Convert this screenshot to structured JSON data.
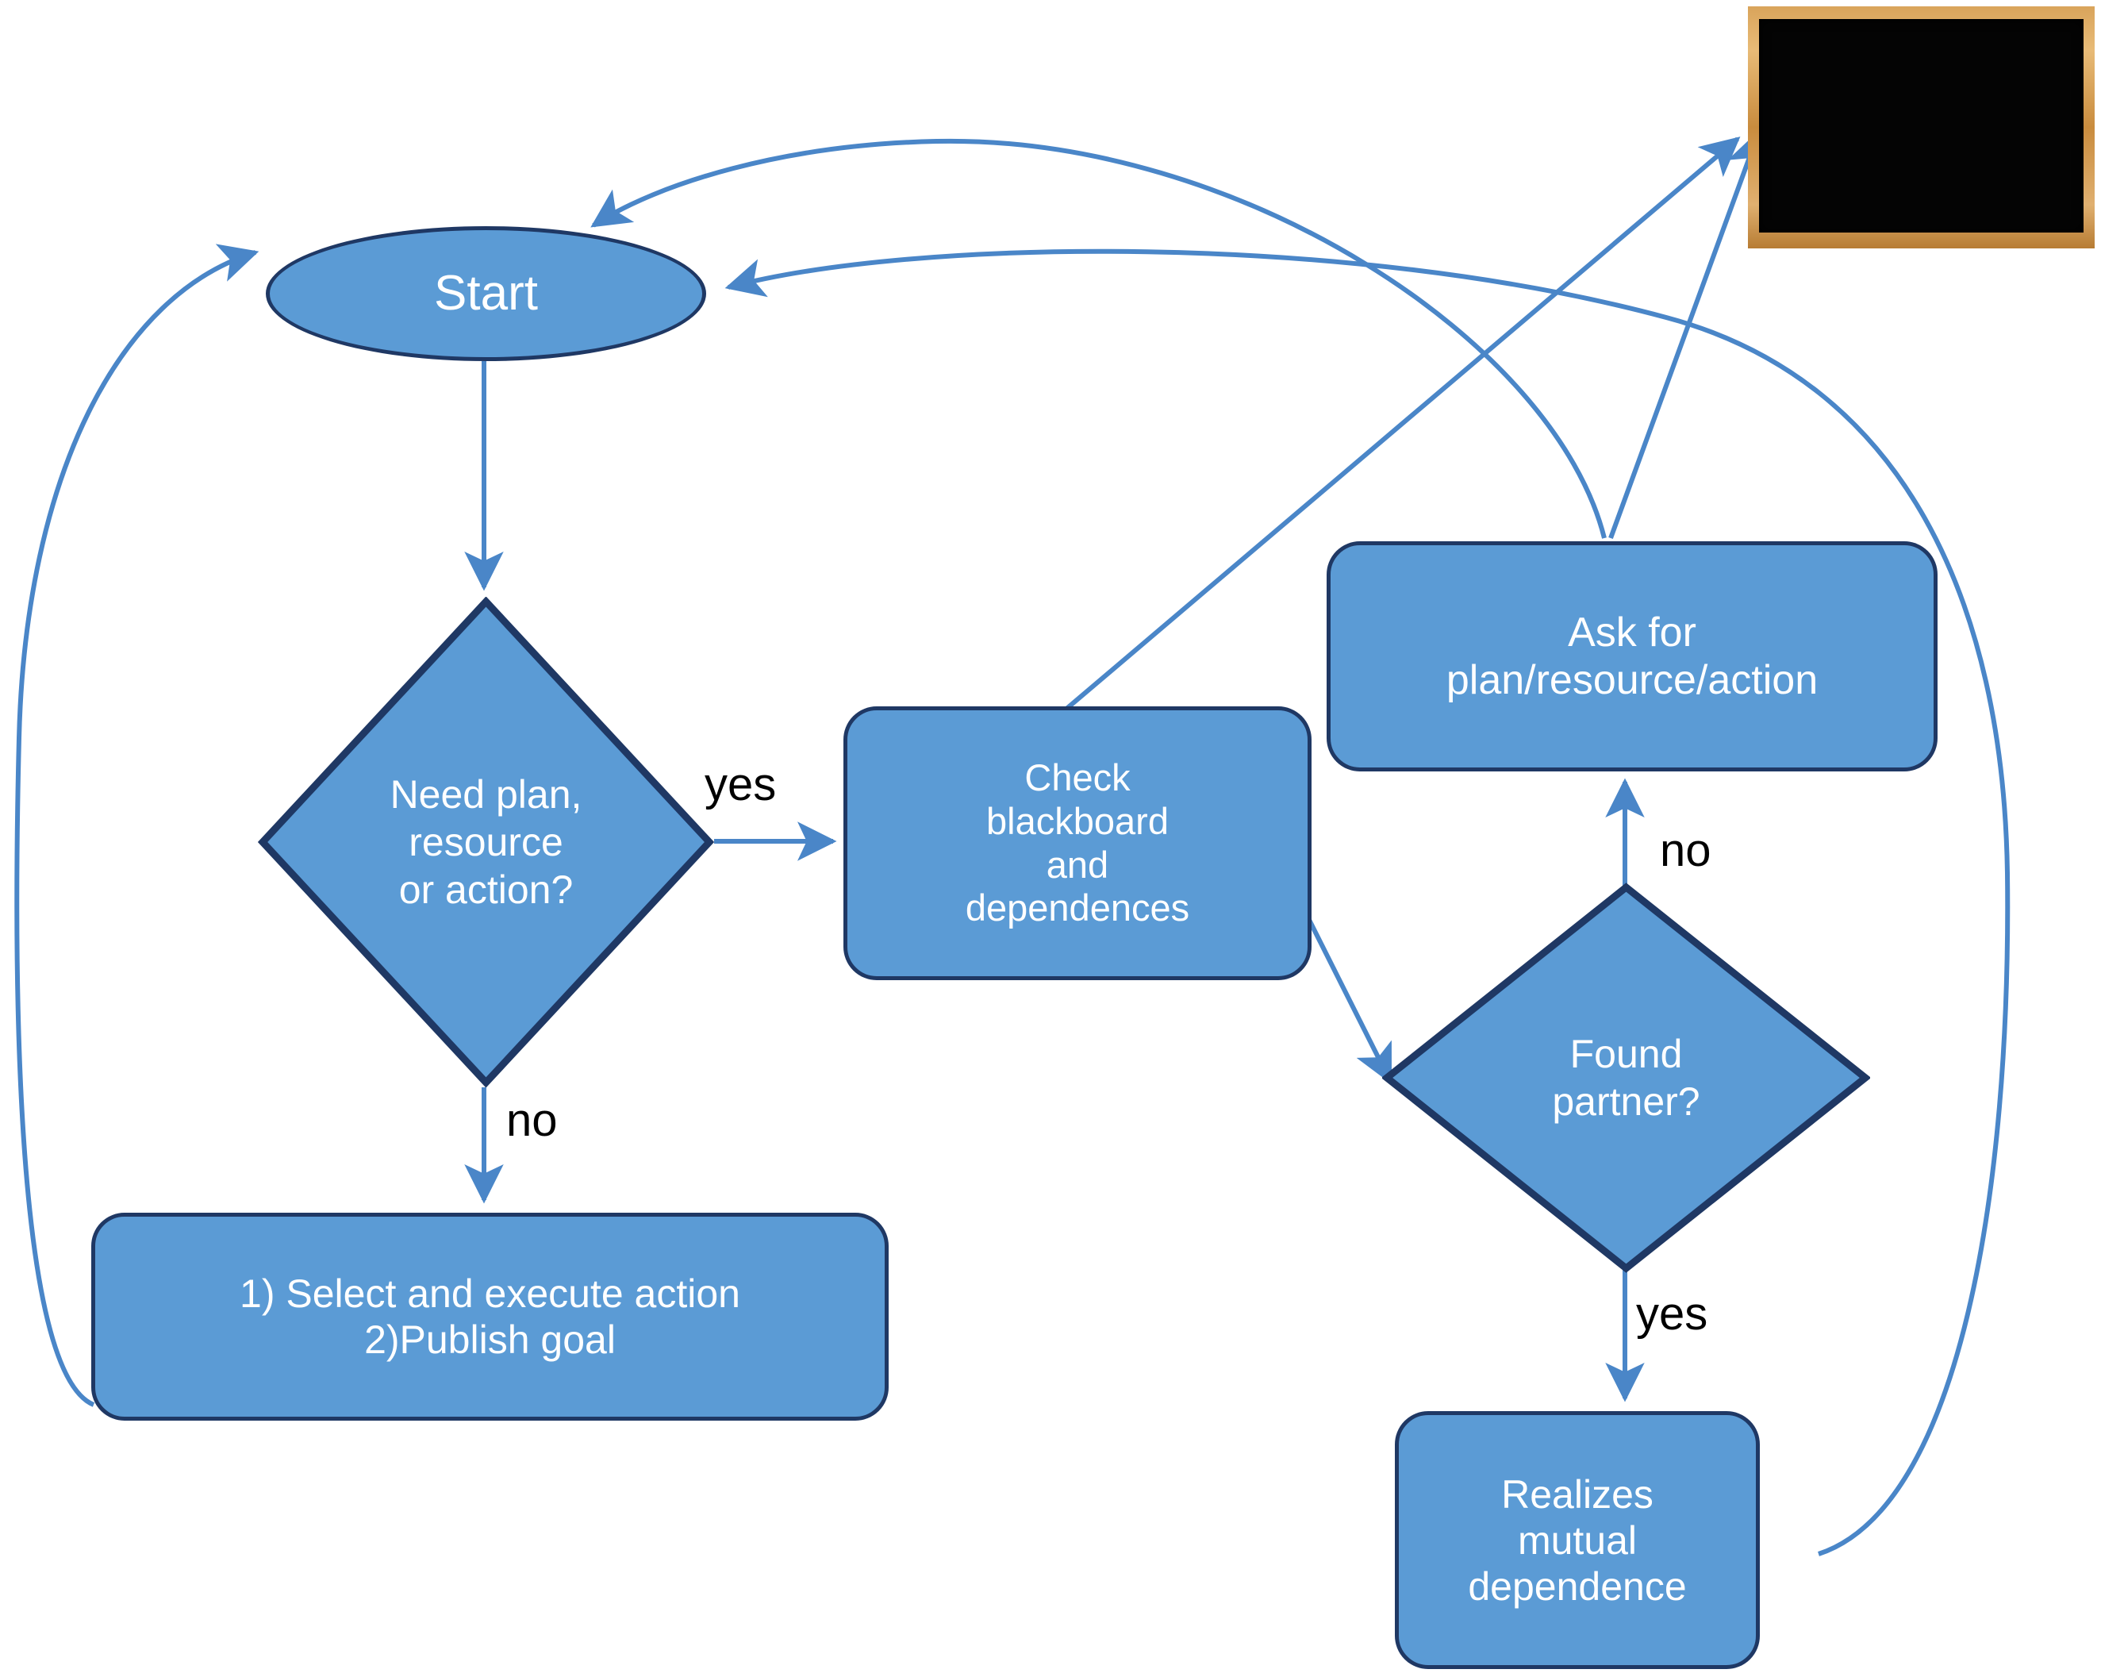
{
  "diagram": {
    "title": "Agent planning and blackboard coordination flowchart",
    "accent_fill": "#5B9BD5",
    "node_border": "#1F3864",
    "edge_color": "#4A86C8",
    "label_color": "#000000",
    "text_color": "#FFFFFF",
    "blackboard_frame": "#D9A45B",
    "blackboard_slate": "#040404"
  },
  "nodes": {
    "start": {
      "label": "Start",
      "shape": "ellipse"
    },
    "need_decision": {
      "label": "Need plan, resource or action?",
      "line1": "Need plan,",
      "line2": "resource",
      "line3": "or action?",
      "shape": "diamond"
    },
    "check_blackboard": {
      "label": "Check blackboard and dependences",
      "line1": "Check",
      "line2": "blackboard",
      "line3": "and",
      "line4": "dependences",
      "shape": "rounded-rect"
    },
    "ask_for": {
      "label": "Ask for plan/resource/action",
      "line1": "Ask for",
      "line2": "plan/resource/action",
      "shape": "rounded-rect"
    },
    "found_partner": {
      "label": "Found partner?",
      "line1": "Found",
      "line2": "partner?",
      "shape": "diamond"
    },
    "select_execute": {
      "label": "1) Select and execute action 2)Publish goal",
      "line1": "1) Select and execute action",
      "line2": "2)Publish goal",
      "shape": "rounded-rect"
    },
    "realizes": {
      "label": "Realizes mutual dependence",
      "line1": "Realizes",
      "line2": "mutual",
      "line3": "dependence",
      "shape": "rounded-rect"
    },
    "blackboard": {
      "label": "blackboard",
      "shape": "image"
    }
  },
  "edge_labels": {
    "need_yes": "yes",
    "need_no": "no",
    "partner_no": "no",
    "partner_yes": "yes"
  },
  "edges": [
    {
      "from": "start",
      "to": "need_decision",
      "label": ""
    },
    {
      "from": "need_decision",
      "to": "check_blackboard",
      "label": "yes"
    },
    {
      "from": "need_decision",
      "to": "select_execute",
      "label": "no"
    },
    {
      "from": "select_execute",
      "to": "start",
      "label": ""
    },
    {
      "from": "check_blackboard",
      "to": "found_partner",
      "label": ""
    },
    {
      "from": "check_blackboard",
      "to": "blackboard",
      "label": ""
    },
    {
      "from": "found_partner",
      "to": "ask_for",
      "label": "no"
    },
    {
      "from": "found_partner",
      "to": "realizes",
      "label": "yes"
    },
    {
      "from": "ask_for",
      "to": "start",
      "label": ""
    },
    {
      "from": "ask_for",
      "to": "blackboard",
      "label": ""
    },
    {
      "from": "realizes",
      "to": "start",
      "label": ""
    }
  ]
}
